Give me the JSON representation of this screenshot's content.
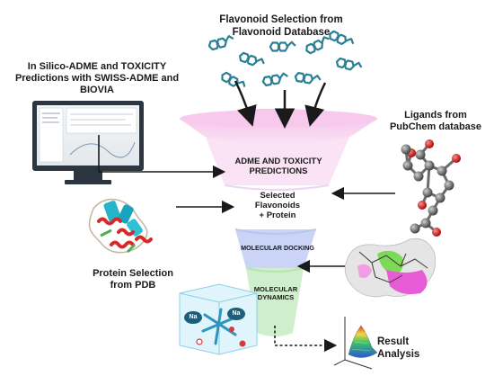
{
  "labels": {
    "flavonoid_selection": "Flavonoid Selection from\nFlavonoid Database",
    "in_silico": "In Silico-ADME and TOXICITY\nPredictions with SWISS-ADME and\nBIOVIA",
    "ligands": "Ligands from\nPubChem database",
    "protein_selection": "Protein Selection\nfrom PDB",
    "result": "Result\nAnalysis"
  },
  "funnel": {
    "adme": "ADME AND TOXICITY\nPREDICTIONS",
    "selected": "Selected\nFlavonoids\n+ Protein",
    "docking": "MOLECULAR DOCKING",
    "dynamics": "MOLECULAR\nDYNAMICS"
  },
  "ions": [
    "Na",
    "Na"
  ],
  "colors": {
    "funnel_top": "#f7c9ec",
    "funnel_adme": "#fbe3f6",
    "funnel_selected": "#ffffff",
    "funnel_docking": "#c9d4f7",
    "funnel_dynamics": "#cfeecb",
    "molecule": "#2a7f95",
    "arrow": "#1a1a1a",
    "monitor": "#2b3640"
  },
  "icons": [
    "flavonoid-molecule-icon",
    "monitor-icon",
    "ligand-ball-stick-icon",
    "protein-ribbon-icon",
    "docking-surface-icon",
    "dynamics-box-icon",
    "surface-plot-icon"
  ]
}
